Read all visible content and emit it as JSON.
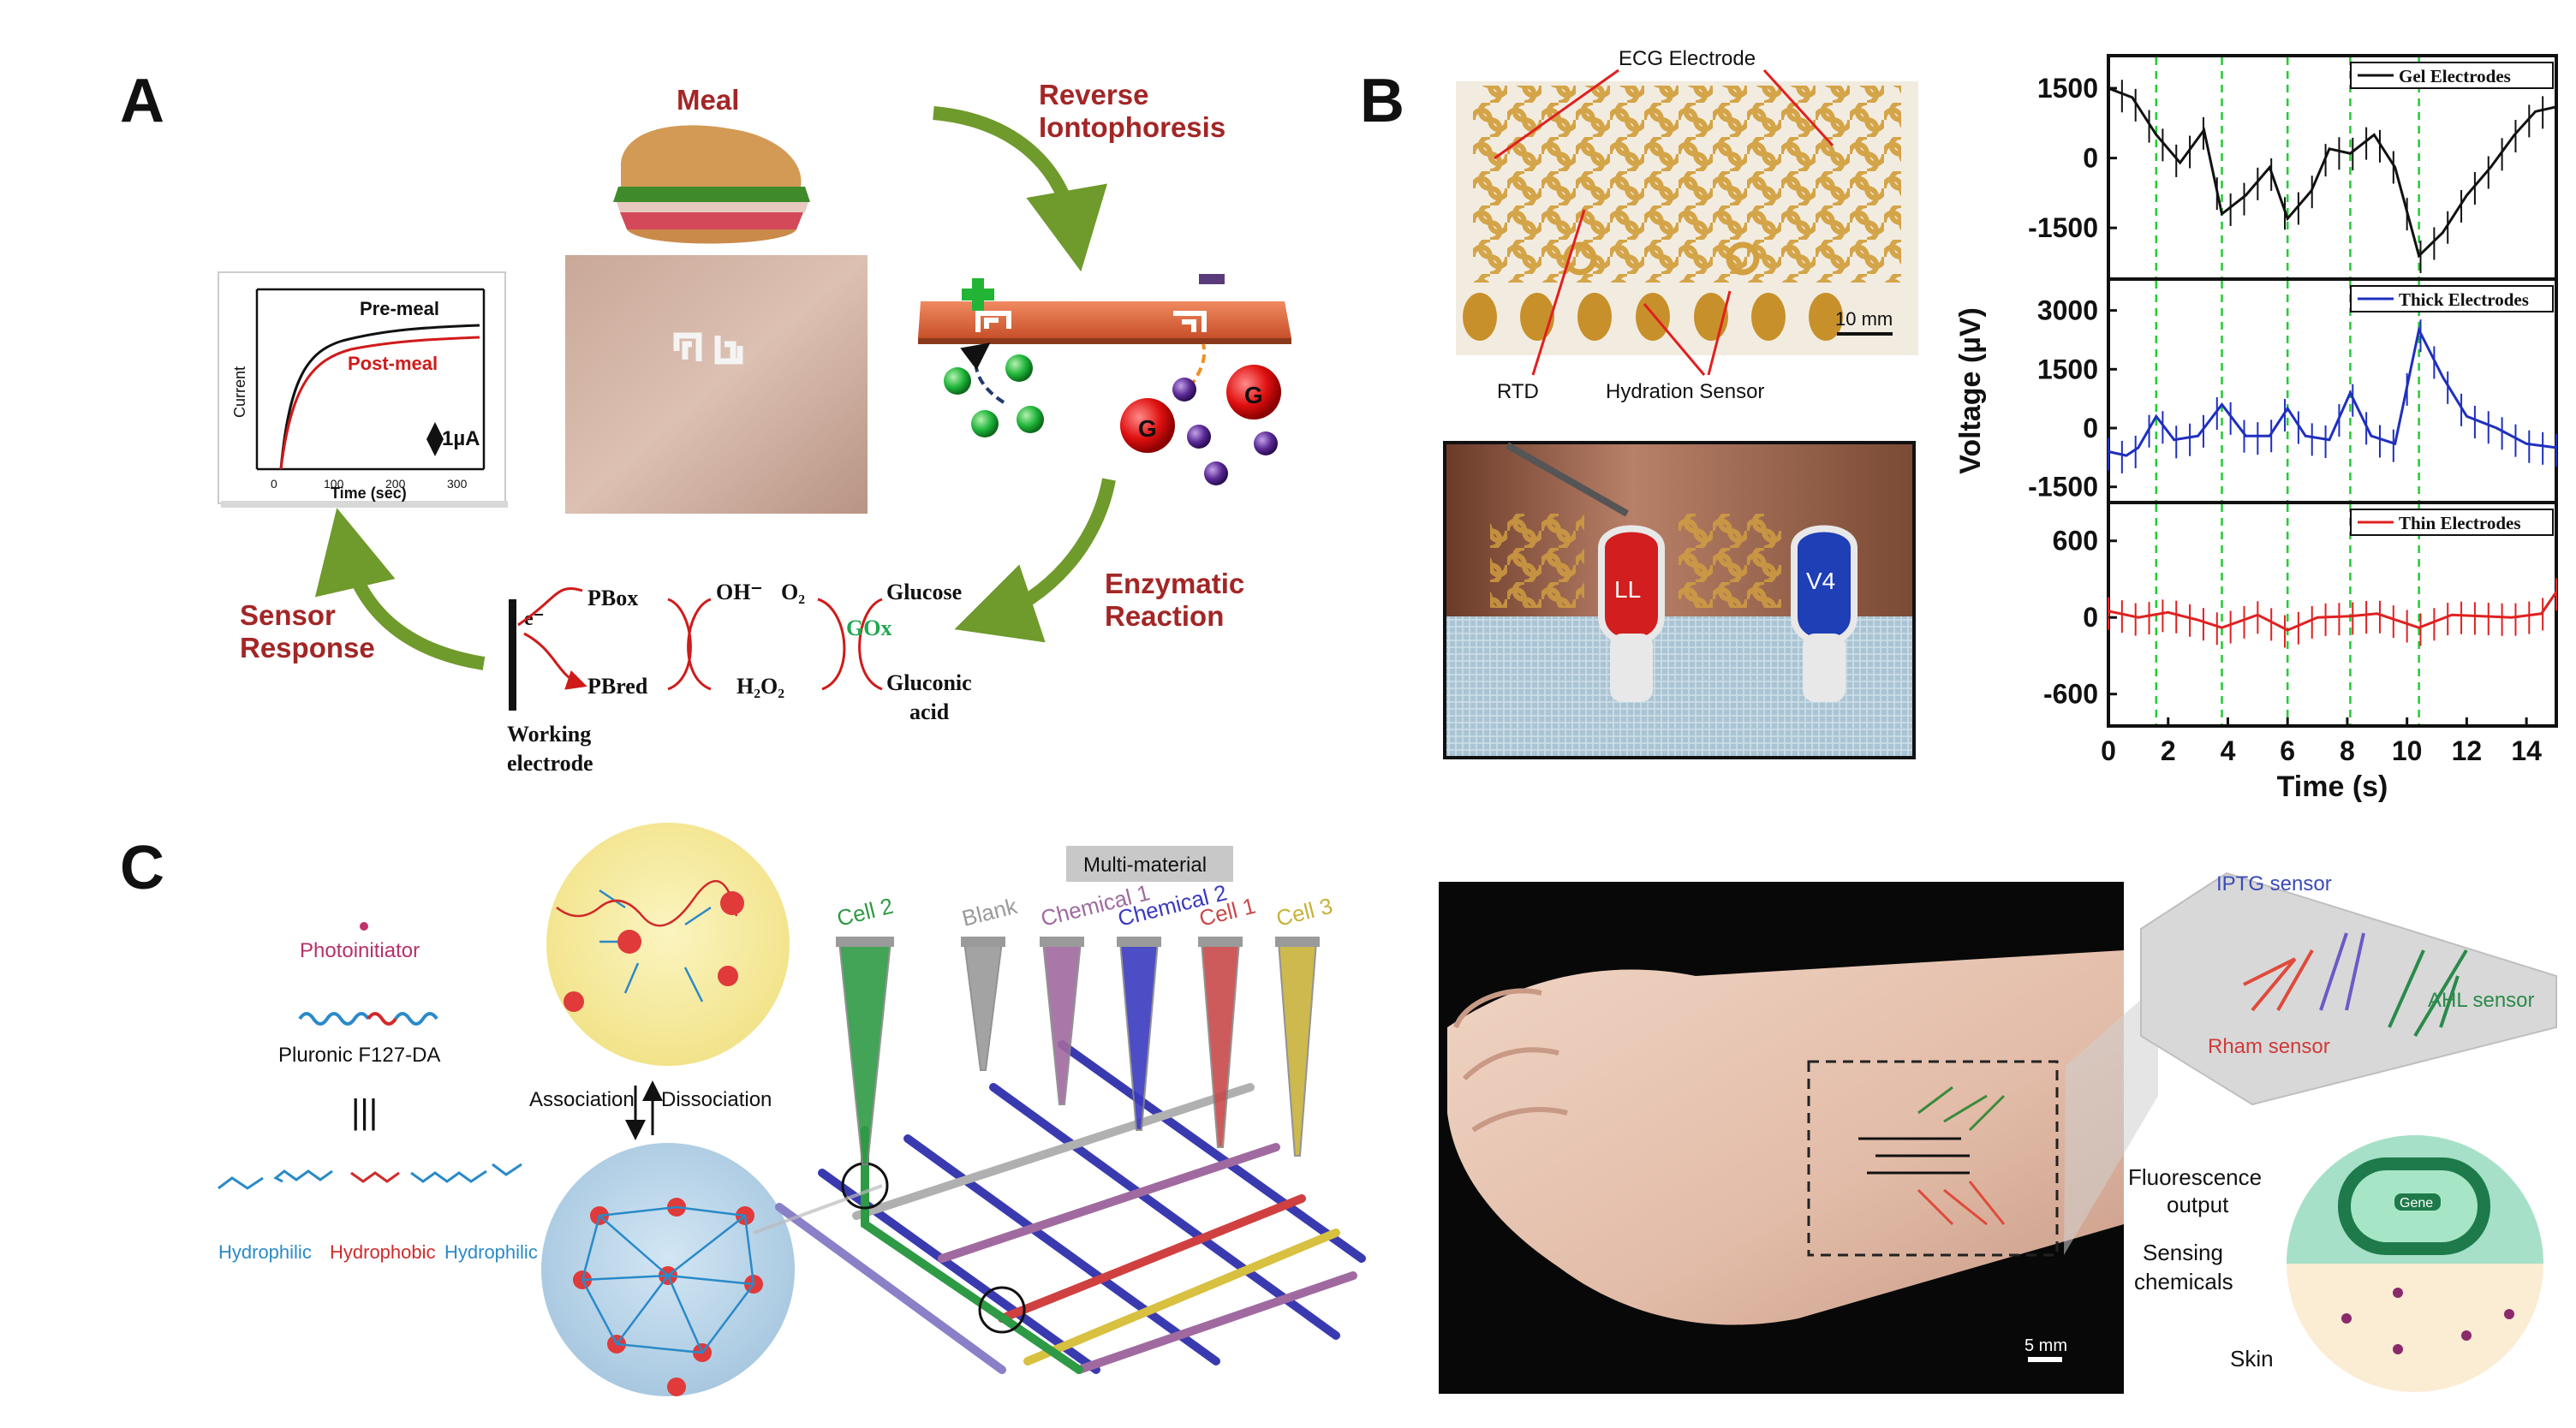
{
  "panel_labels": {
    "a": "A",
    "b": "B",
    "c": "C"
  },
  "panel_a": {
    "meal": "Meal",
    "reverse_1": "Reverse",
    "reverse_2": "Iontophoresis",
    "enzymatic_1": "Enzymatic",
    "enzymatic_2": "Reaction",
    "sensor_1": "Sensor",
    "sensor_2": "Response",
    "electron": "e⁻",
    "pb_ox": "PBox",
    "pb_red": "PBred",
    "oh": "OH⁻",
    "o2": "O₂",
    "h2o2": "H₂O₂",
    "glucose": "Glucose",
    "gox": "GOx",
    "gluconic_1": "Gluconic",
    "gluconic_2": "acid",
    "working_1": "Working",
    "working_2": "electrode",
    "ion_g": "G",
    "inset_chart": {
      "legend_pre": "Pre-meal",
      "legend_post": "Post-meal",
      "ylabel": "Current",
      "xlabel": "Time (sec)",
      "xticks": [
        "0",
        "100",
        "200",
        "300"
      ],
      "scale_bar": "1µA"
    },
    "colors": {
      "red_text": "#a32626",
      "arrow_green": "#6f9a2c",
      "gox_green": "#1fa84f"
    }
  },
  "panel_b": {
    "ecg_electrode": "ECG Electrode",
    "rtd": "RTD",
    "hydration_sensor": "Hydration Sensor",
    "scale_10mm": "10 mm",
    "lead_ll": "LL",
    "lead_v4": "V4",
    "chart_data": {
      "type": "line",
      "ylabel": "Voltage (µV)",
      "xlabel": "Time (s)",
      "xlim": [
        0,
        15
      ],
      "xticks": [
        "0",
        "2",
        "4",
        "6",
        "8",
        "10",
        "12",
        "14"
      ],
      "beat_markers_s": [
        1.6,
        3.8,
        6.0,
        8.1,
        10.4
      ],
      "subplots": [
        {
          "name": "Gel Electrodes",
          "color": "#111111",
          "ylim": [
            -2600,
            2200
          ],
          "yticks": [
            "1500",
            "0",
            "-1500"
          ],
          "x": [
            0,
            0.8,
            1.6,
            2.4,
            3.2,
            3.8,
            4.6,
            5.4,
            6.0,
            6.8,
            7.4,
            8.1,
            8.9,
            9.6,
            10.4,
            11.2,
            12.0,
            12.8,
            13.6,
            14.3,
            15.0
          ],
          "y": [
            1500,
            1300,
            500,
            -100,
            600,
            -1200,
            -800,
            -200,
            -1300,
            -700,
            200,
            100,
            500,
            -200,
            -2100,
            -1600,
            -800,
            -200,
            500,
            1000,
            1100
          ]
        },
        {
          "name": "Thick Electrodes",
          "color": "#1f2fbf",
          "ylim": [
            -1900,
            3800
          ],
          "yticks": [
            "3000",
            "1500",
            "0",
            "-1500"
          ],
          "x": [
            0,
            0.6,
            1.0,
            1.6,
            2.2,
            3.0,
            3.8,
            4.6,
            5.4,
            6.0,
            6.6,
            7.4,
            8.1,
            8.8,
            9.6,
            10.4,
            11.2,
            12.0,
            13.0,
            14.0,
            15.0
          ],
          "y": [
            -600,
            -700,
            -500,
            300,
            -300,
            -200,
            600,
            -200,
            -200,
            500,
            -200,
            -300,
            900,
            -200,
            -400,
            2500,
            1300,
            300,
            0,
            -400,
            -500
          ]
        },
        {
          "name": "Thin Electrodes",
          "color": "#e02020",
          "ylim": [
            -850,
            900
          ],
          "yticks": [
            "600",
            "0",
            "-600"
          ],
          "x": [
            0,
            1.0,
            2.0,
            3.0,
            3.8,
            5.0,
            6.0,
            7.0,
            8.1,
            9.0,
            10.4,
            11.5,
            12.5,
            13.5,
            14.5,
            15.0
          ],
          "y": [
            50,
            0,
            40,
            -20,
            -80,
            20,
            -100,
            0,
            10,
            30,
            -80,
            20,
            10,
            0,
            30,
            200
          ]
        }
      ]
    }
  },
  "panel_c": {
    "photoinitiator": "Photoinitiator",
    "pluronic": "Pluronic F127-DA",
    "triple_bar": "|||",
    "hydrophilic": "Hydrophilic",
    "hydrophobic": "Hydrophobic",
    "association": "Association",
    "dissociation": "Dissociation",
    "multi_material": "Multi-material",
    "nozzles": [
      {
        "label": "Cell 2",
        "color": "#2f9a45"
      },
      {
        "label": "Blank",
        "color": "#9a9a9a"
      },
      {
        "label": "Chemical 1",
        "color": "#a06aa0"
      },
      {
        "label": "Chemical 2",
        "color": "#3a3ac0"
      },
      {
        "label": "Cell 1",
        "color": "#c84a4a"
      },
      {
        "label": "Cell 3",
        "color": "#c8b23a"
      }
    ],
    "iptg_sensor": "IPTG sensor",
    "ahl_sensor": "AHL sensor",
    "rham_sensor": "Rham sensor",
    "fluorescence_1": "Fluorescence",
    "fluorescence_2": "output",
    "sensing_1": "Sensing",
    "sensing_2": "chemicals",
    "skin": "Skin",
    "gene": "Gene",
    "scale_5mm": "5 mm"
  }
}
